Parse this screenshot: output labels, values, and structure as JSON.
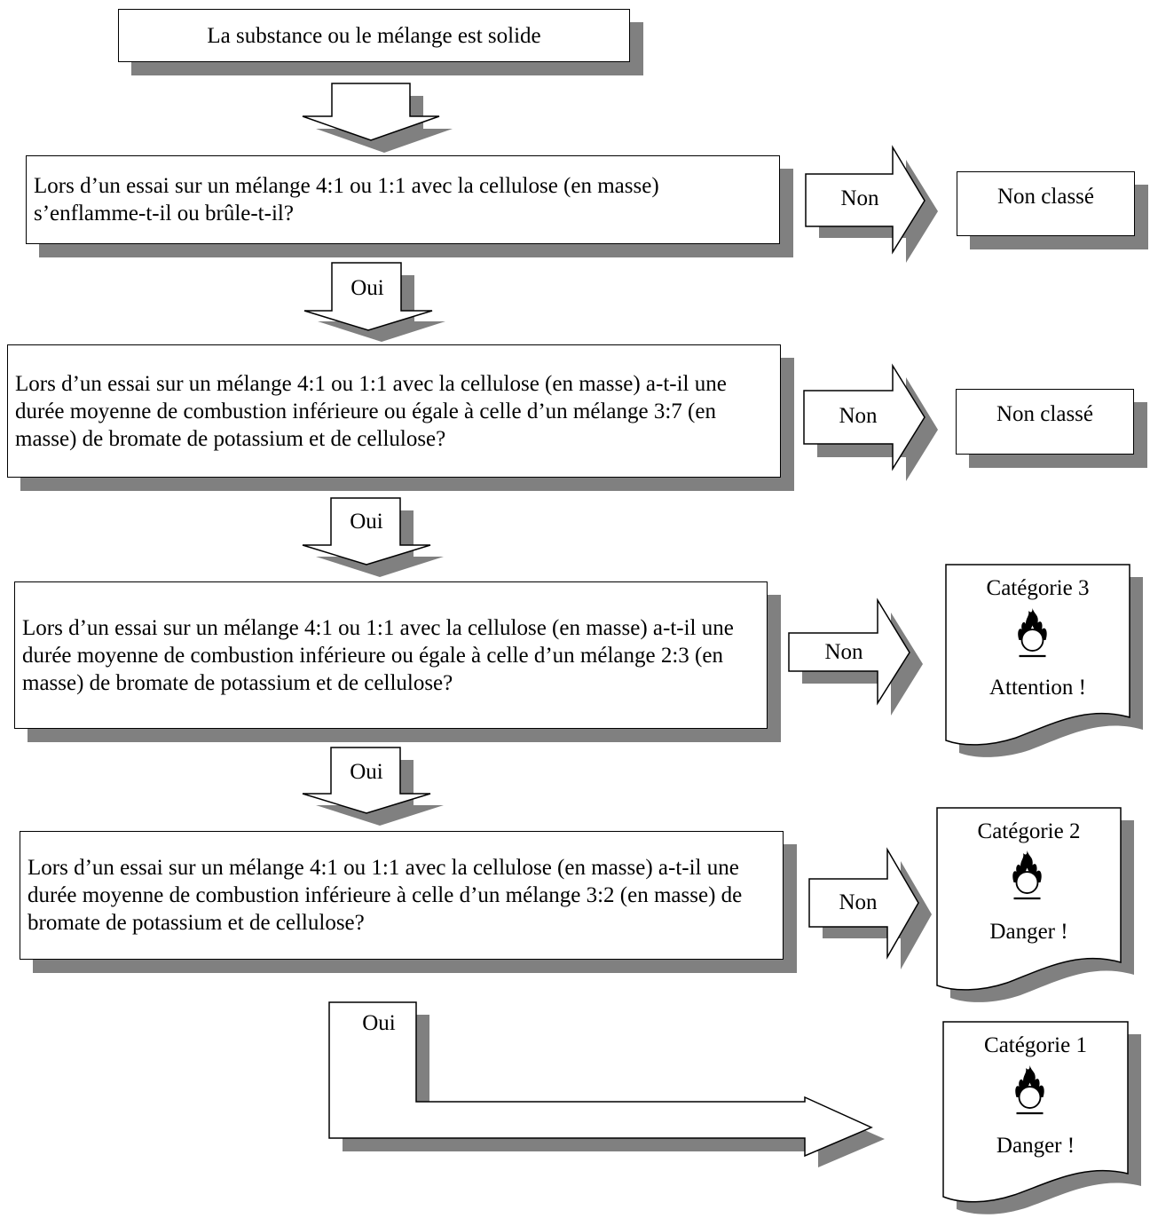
{
  "start": "La substance ou le mélange est solide",
  "questions": [
    "Lors d’un essai sur un mélange 4:1 ou 1:1 avec la cellulose (en masse) s’enflamme-t-il ou brûle-t-il?",
    "Lors d’un essai sur un mélange 4:1 ou 1:1 avec la cellulose (en masse) a-t-il une durée moyenne de combustion inférieure ou égale à celle d’un mélange 3:7 (en masse) de bromate de potassium et de cellulose?",
    "Lors d’un essai sur un mélange 4:1 ou 1:1 avec la cellulose (en masse) a-t-il une durée moyenne de combustion inférieure ou égale à celle d’un mélange 2:3 (en masse) de bromate de potassium et de cellulose?",
    "Lors d’un essai sur un mélange 4:1 ou 1:1 avec la cellulose (en masse) a-t-il une durée moyenne de combustion inférieure à celle d’un mélange 3:2 (en masse) de bromate de potassium et de cellulose?"
  ],
  "labels": {
    "yes": "Oui",
    "no": "Non"
  },
  "outcomes": {
    "not_classified_1": "Non classé",
    "not_classified_2": "Non classé",
    "cat3": {
      "title": "Catégorie 3",
      "signal": "Attention !"
    },
    "cat2": {
      "title": "Catégorie 2",
      "signal": "Danger !"
    },
    "cat1": {
      "title": "Catégorie 1",
      "signal": "Danger !"
    }
  },
  "icon": "flame-over-circle-icon"
}
